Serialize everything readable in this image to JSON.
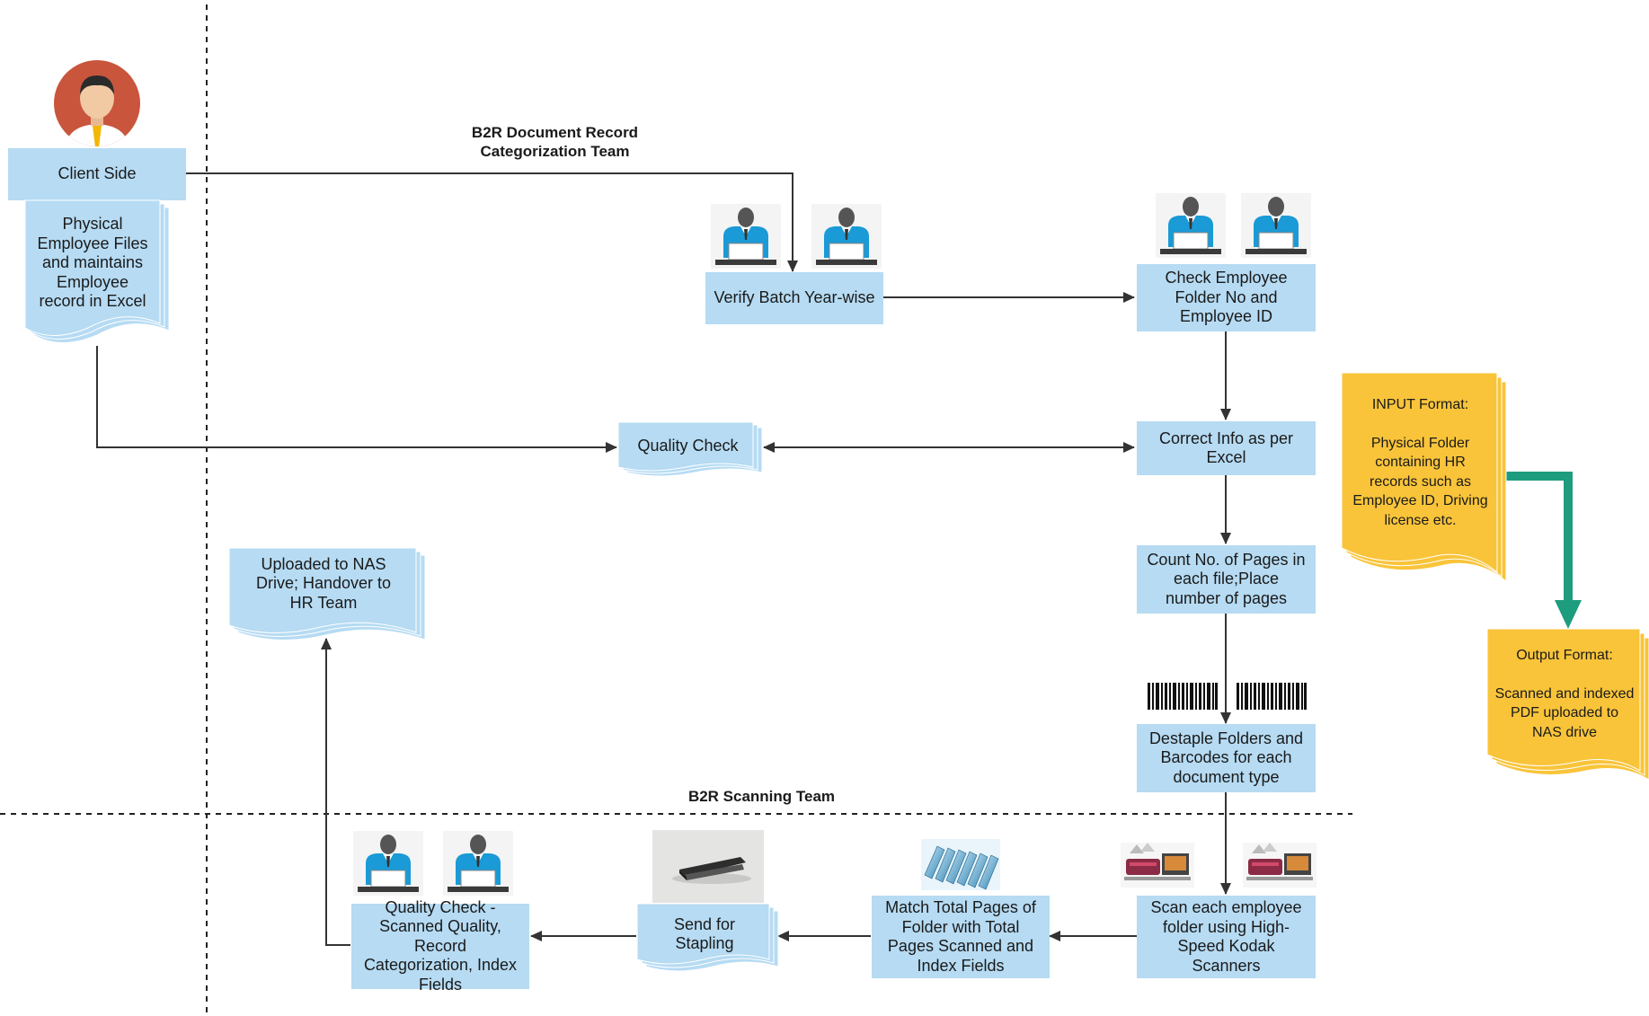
{
  "teams": {
    "categorization": "B2R Document Record\nCategorization Team",
    "scanning": "B2R Scanning Team"
  },
  "nodes": {
    "client_side": "Client Side",
    "physical_files": "Physical Employee Files and maintains Employee record in Excel",
    "verify_batch": "Verify Batch Year-wise",
    "check_employee": "Check Employee Folder No and Employee ID",
    "quality_check": "Quality Check",
    "correct_info": "Correct Info as per Excel",
    "count_pages": "Count No. of Pages in each file;Place number of pages",
    "destaple": "Destaple Folders and Barcodes for each document type",
    "scan_folder": "Scan each employee folder using High-Speed Kodak Scanners",
    "match_pages": "Match Total Pages of Folder with Total Pages Scanned and Index Fields",
    "send_stapling": "Send for Stapling",
    "quality_check_scanned": "Quality Check - Scanned Quality, Record Categorization, Index Fields",
    "uploaded_nas": "Uploaded to NAS Drive; Handover to HR Team"
  },
  "formats": {
    "input": "INPUT Format:\n\nPhysical Folder containing HR records such as Employee ID, Driving license etc.",
    "output": "Output Format:\n\nScanned and indexed PDF uploaded to NAS drive"
  },
  "colors": {
    "box_fill": "#b6dbf3",
    "format_fill": "#f9c43a",
    "arrow_green": "#1e9c7e",
    "line": "#333333",
    "avatar_bg": "#c9553d",
    "worker_shirt": "#1a9ad6"
  },
  "icons": {
    "client": "client-avatar-icon",
    "worker": "worker-at-desk-icon",
    "barcode": "barcode-icon",
    "scanner": "scanner-icon",
    "stapler": "stapler-icon",
    "documents": "document-stack-icon"
  }
}
